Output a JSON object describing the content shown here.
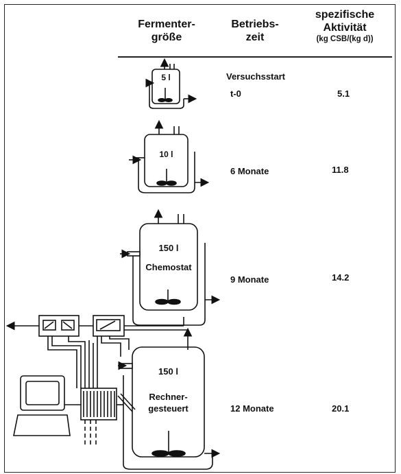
{
  "headers": {
    "size_line1": "Fermenter-",
    "size_line2": "größe",
    "time_line1": "Betriebs-",
    "time_line2": "zeit",
    "act_line1": "spezifische",
    "act_line2": "Aktivität",
    "act_line3": "(kg CSB/(kg  d))"
  },
  "rows": [
    {
      "volume": "5 l",
      "time_label": "Versuchsstart",
      "time": "t-0",
      "activity": "5.1"
    },
    {
      "volume": "10 l",
      "time": "6 Monate",
      "activity": "11.8"
    },
    {
      "volume": "150 l",
      "mode": "Chemostat",
      "time": "9 Monate",
      "activity": "14.2"
    },
    {
      "volume": "150 l",
      "mode_line1": "Rechner-",
      "mode_line2": "gesteuert",
      "time": "12 Monate",
      "activity": "20.1"
    }
  ]
}
